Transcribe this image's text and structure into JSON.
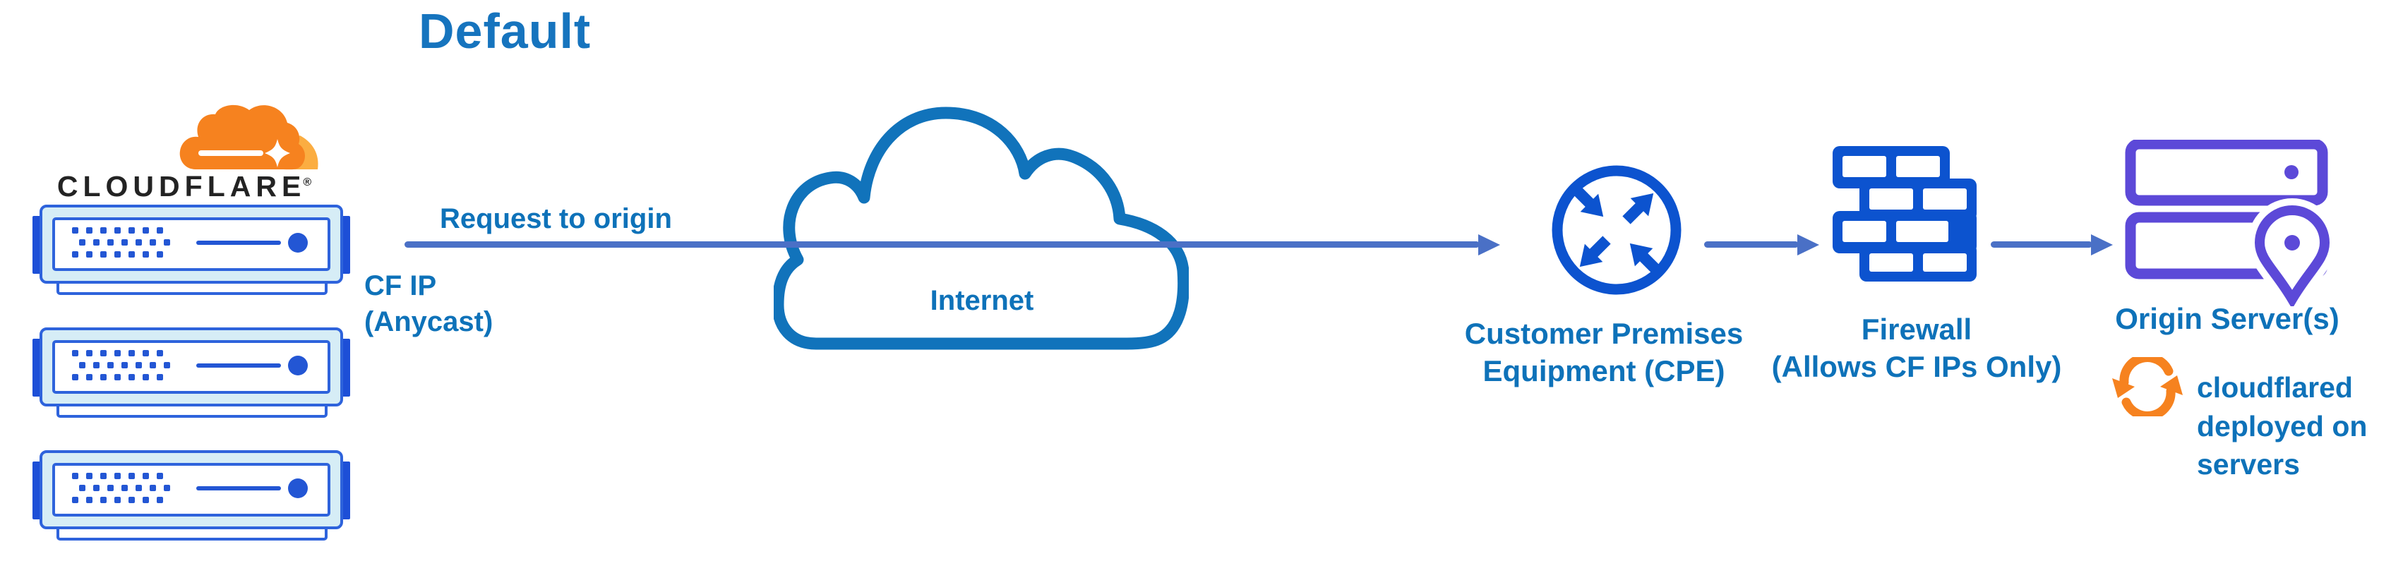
{
  "title": "Default",
  "logo": {
    "wordmark": "CLOUDFLARE",
    "registered": "®"
  },
  "flow": {
    "request_label": "Request to origin",
    "cf_ip": {
      "line1": "CF IP",
      "line2": "(Anycast)"
    },
    "internet_label": "Internet",
    "cpe": {
      "line1": "Customer Premises",
      "line2": "Equipment (CPE)"
    },
    "firewall": {
      "line1": "Firewall",
      "line2": "(Allows CF IPs Only)"
    },
    "origin": {
      "label": "Origin Server(s)"
    },
    "cloudflared": {
      "line1": "cloudflared",
      "line2": "deployed on",
      "line3": "servers"
    }
  },
  "icons": {
    "cloudflare_logo_cloud": "cloudflare-logo-cloud-icon",
    "edge_servers": "cloudflare-edge-server-icon (x3)",
    "internet_cloud": "internet-cloud-icon",
    "cpe_router": "cpe-router-icon",
    "firewall": "firewall-brick-wall-icon",
    "origin_servers": "origin-servers-location-icon",
    "cloudflared_sync": "cloudflared-sync-icon"
  },
  "colors": {
    "background": "#FFFFFF",
    "title_blue": "#1674BE",
    "label_blue": "#0E72B9",
    "arrow_blue": "#4A70C6",
    "icon_blue": "#0C53CF",
    "server_accent_blue": "#2356D4",
    "server_frame_fill": "#D6EDF6",
    "server_frame_stroke": "#2E63DC",
    "internet_cloud_stroke": "#1173BB",
    "origin_purple": "#5C49D8",
    "cloudflare_orange": "#F6821F",
    "cloudflare_light_orange": "#FBAD41",
    "wordmark_black": "#232323"
  }
}
